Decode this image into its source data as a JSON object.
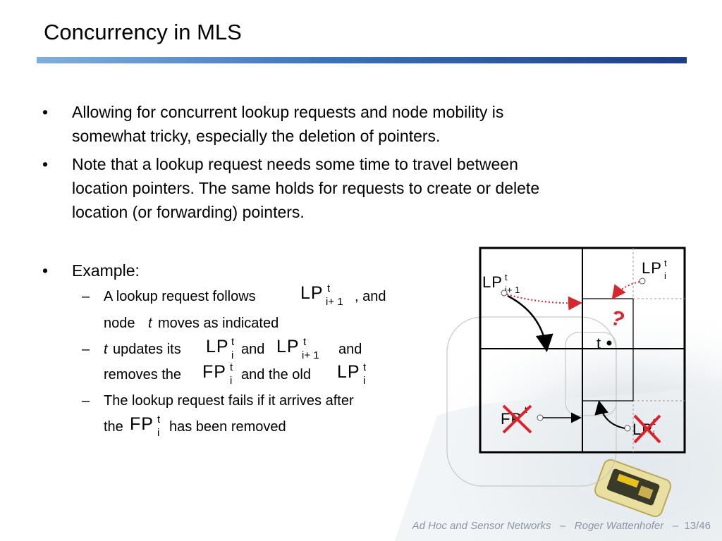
{
  "slide": {
    "title": "Concurrency in MLS",
    "bullets": [
      {
        "line1": "Allowing for concurrent lookup requests and node mobility is",
        "line2": "somewhat tricky, especially the deletion of pointers."
      },
      {
        "line1": "Note that a lookup request needs some time to travel between",
        "line2": "location pointers. The same holds for requests to create or delete",
        "line3": "location (or forwarding) pointers."
      }
    ],
    "example_label": "Example:",
    "subbullets": {
      "s1": {
        "a": "A lookup request follows",
        "b": ", and",
        "c": "node",
        "c_italic": "t",
        "d": "moves as indicated"
      },
      "s2": {
        "a_italic": "t",
        "a": "updates its",
        "b": "and",
        "c": "and",
        "d": "removes the",
        "e": "and the old"
      },
      "s3": {
        "a": "The lookup request fails if it arrives after",
        "b": "the",
        "c": "has been removed"
      }
    },
    "symbols": {
      "LP": "LP",
      "FP": "FP",
      "sup_t": "t",
      "sub_i": "i",
      "sub_i1": "i+ 1"
    },
    "dash": "–",
    "bullet_glyph": "•"
  },
  "diagram": {
    "label_lp_i": "LP",
    "label_lp_i1": "LP",
    "label_fp": "FP",
    "label_lp_bottom": "LP",
    "label_t": "t",
    "sup": "t",
    "sub_i": "i",
    "sub_i1": "i+ 1",
    "colors": {
      "arrow_red": "#d9262c",
      "cross_red": "#e21f26",
      "frame": "#000000"
    }
  },
  "footer": {
    "course": "Ad Hoc and Sensor Networks",
    "sep1": "–",
    "author": "Roger Wattenhofer",
    "sep2": "–",
    "page": "13/46"
  }
}
